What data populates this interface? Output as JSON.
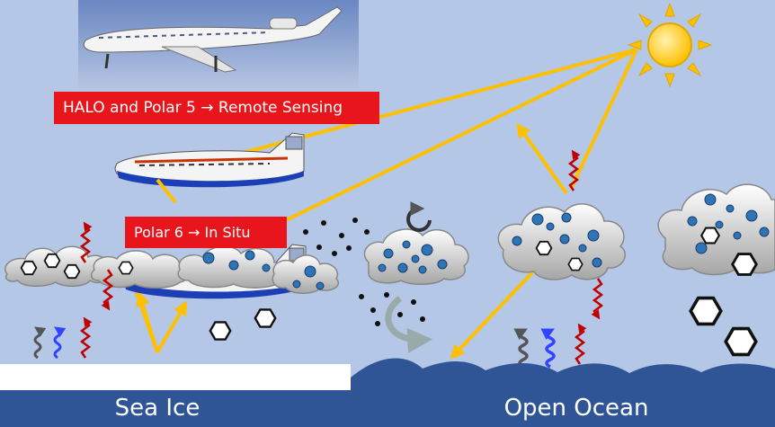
{
  "labels": {
    "remote_sensing": "HALO and Polar 5 → Remote Sensing",
    "in_situ": "Polar 6 → In Situ",
    "sea_ice": "Sea Ice",
    "open_ocean": "Open Ocean"
  },
  "icons": [
    "sun-icon",
    "halo-jet-icon",
    "polar5-aircraft-icon",
    "polar6-aircraft-icon",
    "cloud-icon",
    "ice-crystal-icon",
    "water-droplet-icon",
    "aerosol-particle-icon",
    "radiation-arrow-icon",
    "circulation-arrow-icon"
  ],
  "colors": {
    "sky": "#b4c7e7",
    "ocean": "#2f5597",
    "label_red": "#e8151c",
    "sunbeam": "#ffc000",
    "radiation_red": "#c00000",
    "radiation_blue": "#3344ff",
    "radiation_gray": "#555555",
    "droplet": "#2e75b6"
  }
}
